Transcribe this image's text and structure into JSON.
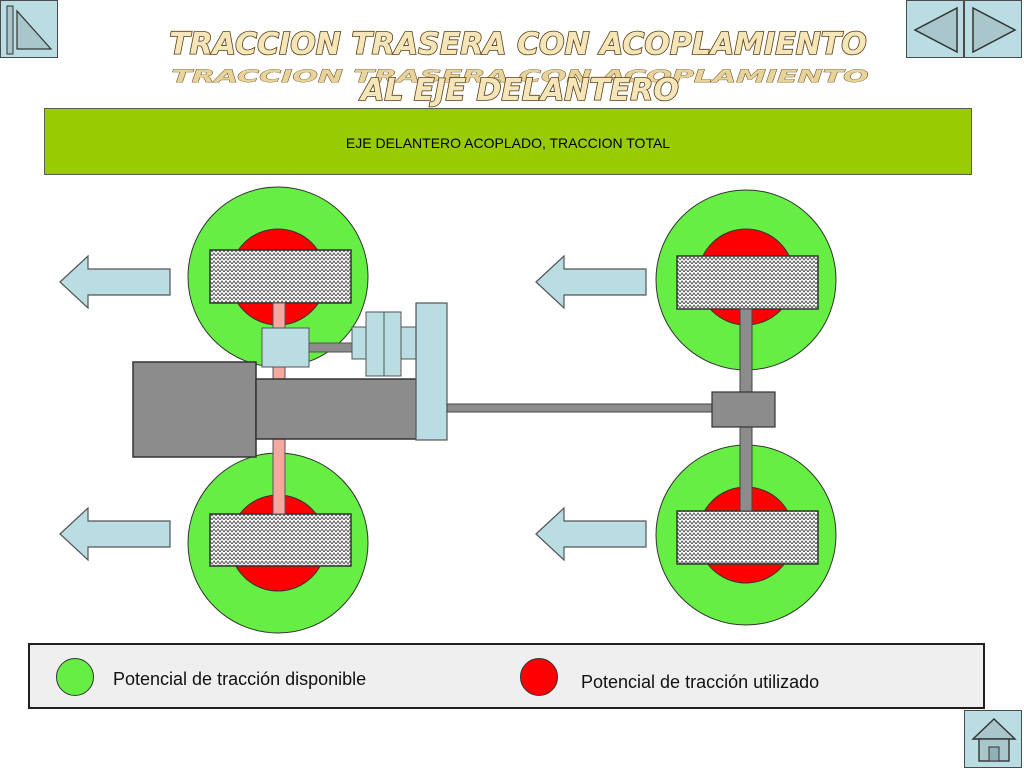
{
  "title": {
    "line1": "TRACCION TRASERA CON ACOPLAMIENTO",
    "line2": "AL EJE DELANTERO"
  },
  "banner": {
    "text": "EJE DELANTERO ACOPLADO, TRACCION TOTAL",
    "color": "#99cc00"
  },
  "legend": {
    "available_label": "Potencial de tracción disponible",
    "used_label": "Potencial de tracción utilizado",
    "available_color": "#66ee44",
    "used_color": "#ff0000"
  },
  "navigation": {
    "first_icon": "first-slide-icon",
    "prev_icon": "triangle-left-icon",
    "next_icon": "triangle-right-icon",
    "home_icon": "house-icon"
  },
  "colors": {
    "nav_button": "#b9dde3",
    "tread": "#9a9a9a",
    "engine": "#8c8c8c",
    "arrow": "#b9dde3"
  }
}
